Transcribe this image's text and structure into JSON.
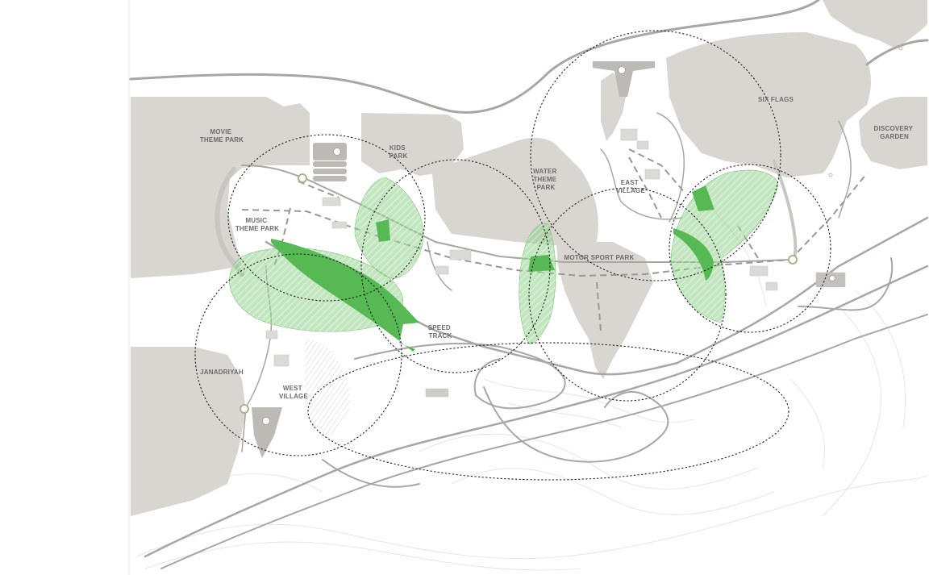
{
  "map": {
    "zone_labels": {
      "movie_theme_park": [
        "MOVIE",
        "THEME PARK"
      ],
      "kids_park": [
        "KIDS",
        "PARK"
      ],
      "music_theme_park": [
        "MUSIC",
        "THEME PARK"
      ],
      "water_theme_park": [
        "WATER",
        "THEME",
        "PARK"
      ],
      "east_village": [
        "EAST",
        "VILLAGE"
      ],
      "six_flags": "SIX FLAGS",
      "discovery_garden": [
        "DISCOVERY",
        "GARDEN"
      ],
      "motor_sport_park": "MOTOR SPORT PARK",
      "speed_track": [
        "SPEED",
        "TRACK"
      ],
      "janadriyah": "JANADRIYAH",
      "west_village": [
        "WEST",
        "VILLAGE"
      ]
    },
    "colors": {
      "background": "#ffffff",
      "land": "#d9d6d1",
      "road": "#a9a6a3",
      "green_zone": "#8fd18a",
      "green_zone_dark": "#56b954",
      "catchment_ring": "#1e1e1e"
    },
    "icons": [
      "parking-icon",
      "node-marker-icon"
    ]
  }
}
